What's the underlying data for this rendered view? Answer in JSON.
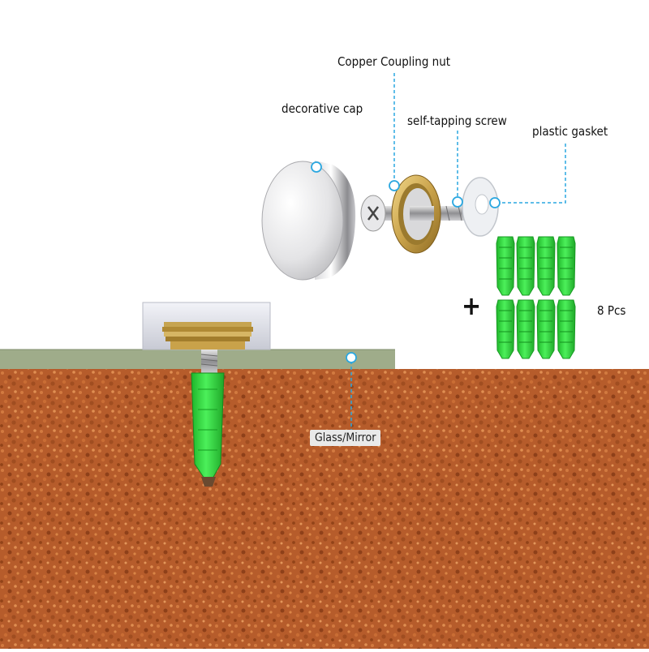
{
  "labels": {
    "copper_nut": "Copper Coupling nut",
    "decorative_cap": "decorative cap",
    "screw": "self-tapping screw",
    "gasket": "plastic gasket",
    "glass": "Glass/Mirror",
    "plus": "+",
    "pieces": "8 Pcs"
  },
  "colors": {
    "soil": "#b45a2a",
    "glass_panel": "#9fac8a",
    "anchor_green": "#2fd43a",
    "brass": "#c9a24a",
    "leader_line": "#2aa7e0"
  },
  "anchor_count": 8
}
